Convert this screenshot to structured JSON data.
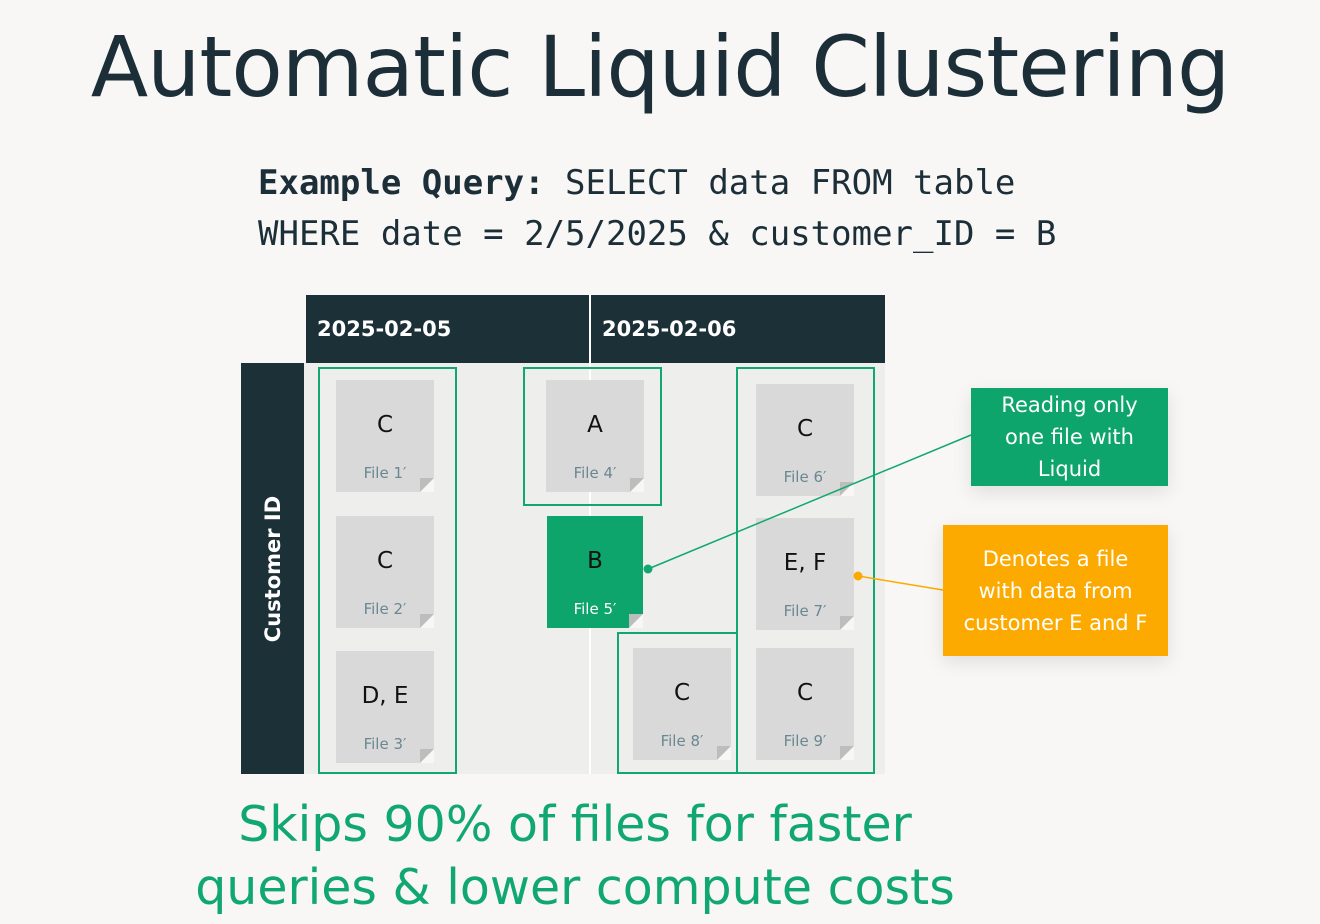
{
  "title": "Automatic Liquid Clustering",
  "query": {
    "label": "Example Query:",
    "line1": " SELECT data FROM table",
    "line2": "WHERE date = 2/5/2025 & customer_ID = B"
  },
  "columns": [
    "2025-02-05",
    "2025-02-06"
  ],
  "row_axis_label": "Customer ID",
  "files": [
    {
      "letter": "C",
      "name": "File 1′"
    },
    {
      "letter": "C",
      "name": "File 2′"
    },
    {
      "letter": "D, E",
      "name": "File 3′"
    },
    {
      "letter": "A",
      "name": "File 4′"
    },
    {
      "letter": "B",
      "name": "File 5′"
    },
    {
      "letter": "C",
      "name": "File 6′"
    },
    {
      "letter": "E, F",
      "name": "File 7′"
    },
    {
      "letter": "C",
      "name": "File 8′"
    },
    {
      "letter": "C",
      "name": "File 9′"
    }
  ],
  "callouts": {
    "green": [
      "Reading only",
      "one file with",
      "Liquid"
    ],
    "orange": [
      "Denotes a file",
      "with data from",
      "customer E and F"
    ]
  },
  "summary": [
    "Skips 90% of files for faster",
    "queries & lower compute costs"
  ],
  "colors": {
    "dark": "#1c3038",
    "green": "#0ea56c",
    "orange": "#fdaa00",
    "file_gray": "#d9d9d9"
  }
}
